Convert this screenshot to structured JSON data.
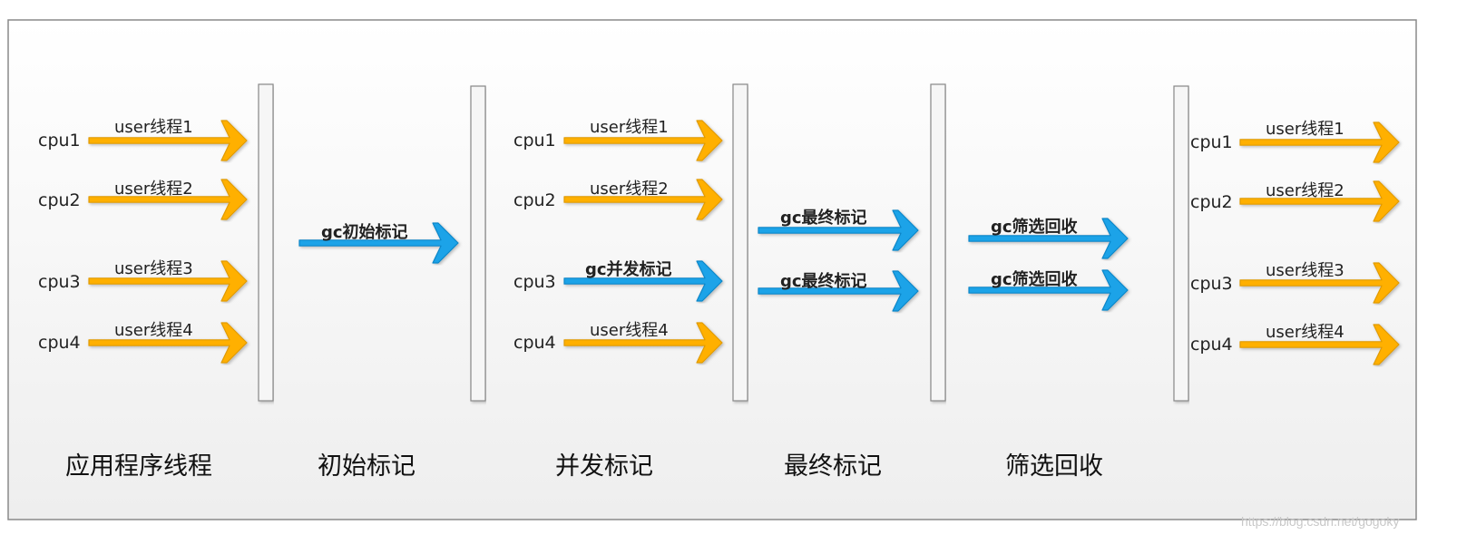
{
  "colors": {
    "thread_arrow": "#FFB000",
    "thread_arrow_outline": "#E09A00",
    "gc_arrow": "#1AA3E8",
    "gc_arrow_outline": "#0E86C8",
    "barrier": "#F6F6F6",
    "barrier_outline": "#888888",
    "frame_outline": "#8A8A8A"
  },
  "phases": [
    "应用程序线程",
    "初始标记",
    "并发标记",
    "最终标记",
    "筛选回收"
  ],
  "cpus": [
    "cpu1",
    "cpu2",
    "cpu3",
    "cpu4"
  ],
  "threads": [
    "user线程1",
    "user线程2",
    "user线程3",
    "user线程4"
  ],
  "gc": {
    "initial_mark": "gc初始标记",
    "concurrent_mark": "gc并发标记",
    "final_mark": "gc最终标记",
    "cleanup": "gc筛选回收"
  },
  "watermark": "https://blog.csdn.net/gogoky"
}
